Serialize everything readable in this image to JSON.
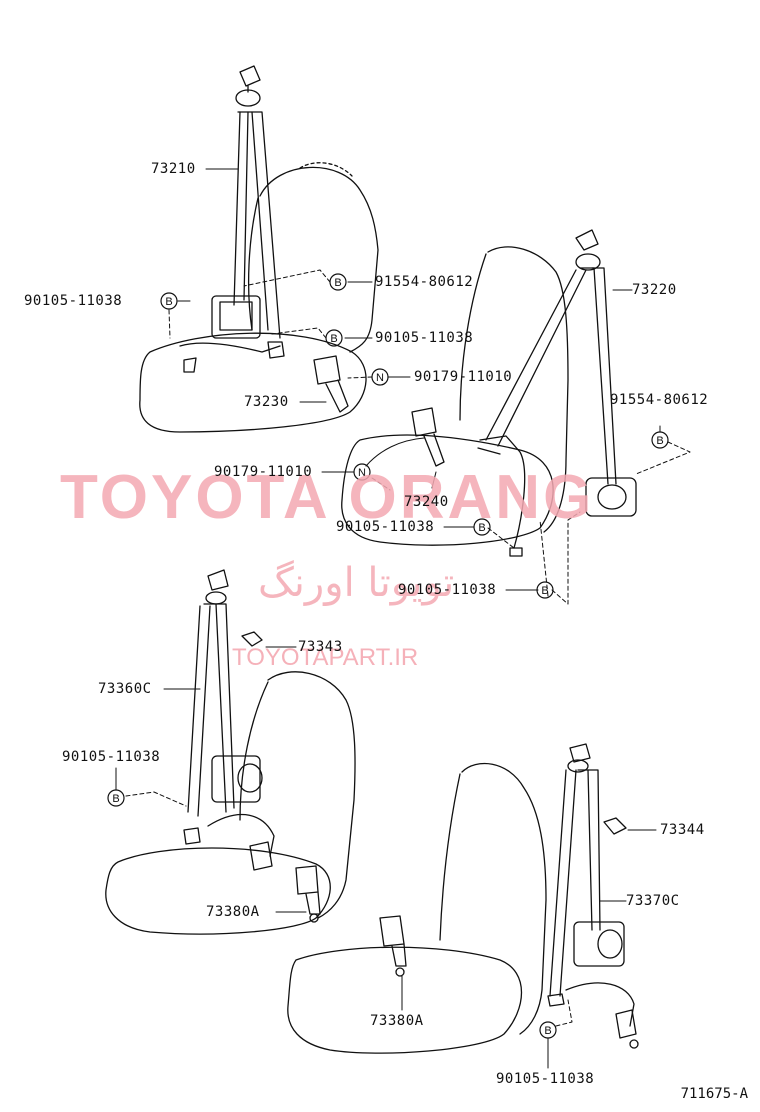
{
  "diagram": {
    "reference_number": "711675-A",
    "part_labels": {
      "retractor_front_left": "73210",
      "retractor_front_right": "73220",
      "buckle_front_left": "73230",
      "buckle_front_right": "73240",
      "retractor_rear_left": "73360C",
      "retractor_rear_right": "73370C",
      "anchor_cover_left": "73343",
      "anchor_cover_right": "73344",
      "buckle_rear_left": "73380A",
      "buckle_rear_right": "73380A",
      "bolt_a": "90105-11038",
      "bolt_b": "90105-11038",
      "bolt_c": "90105-11038",
      "bolt_d": "90105-11038",
      "bolt_e": "90105-11038",
      "bolt_f": "90105-11038",
      "nut_left": "91554-80612",
      "nut_right": "91554-80612",
      "bolt_n_left": "90179-11010",
      "bolt_n_right": "90179-11010"
    },
    "marker_letters": {
      "bolt": "B",
      "nut": "N"
    }
  },
  "watermark": {
    "brand": "TOYOTA ORANG",
    "brand_fa": "تویوتا اورنگ",
    "site": "TOYOTAPART.IR"
  }
}
